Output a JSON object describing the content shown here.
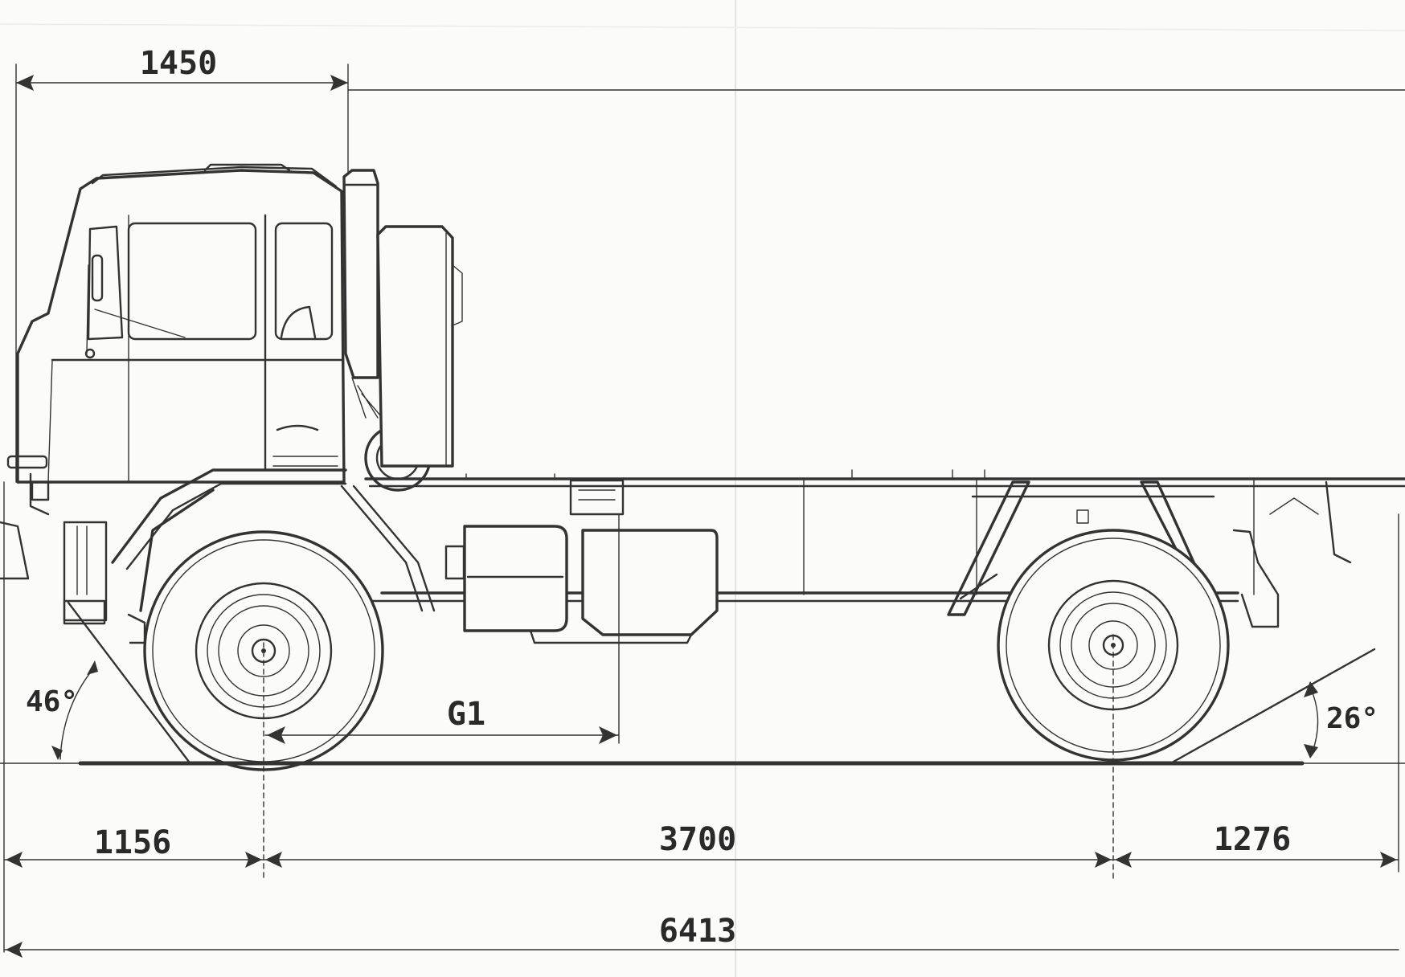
{
  "dimensions": {
    "cab_length": "1450",
    "front_overhang": "1156",
    "wheelbase": "3700",
    "rear_overhang": "1276",
    "overall_length": "6413",
    "g1_label": "G1",
    "approach_angle": "46°",
    "departure_angle": "26°"
  }
}
